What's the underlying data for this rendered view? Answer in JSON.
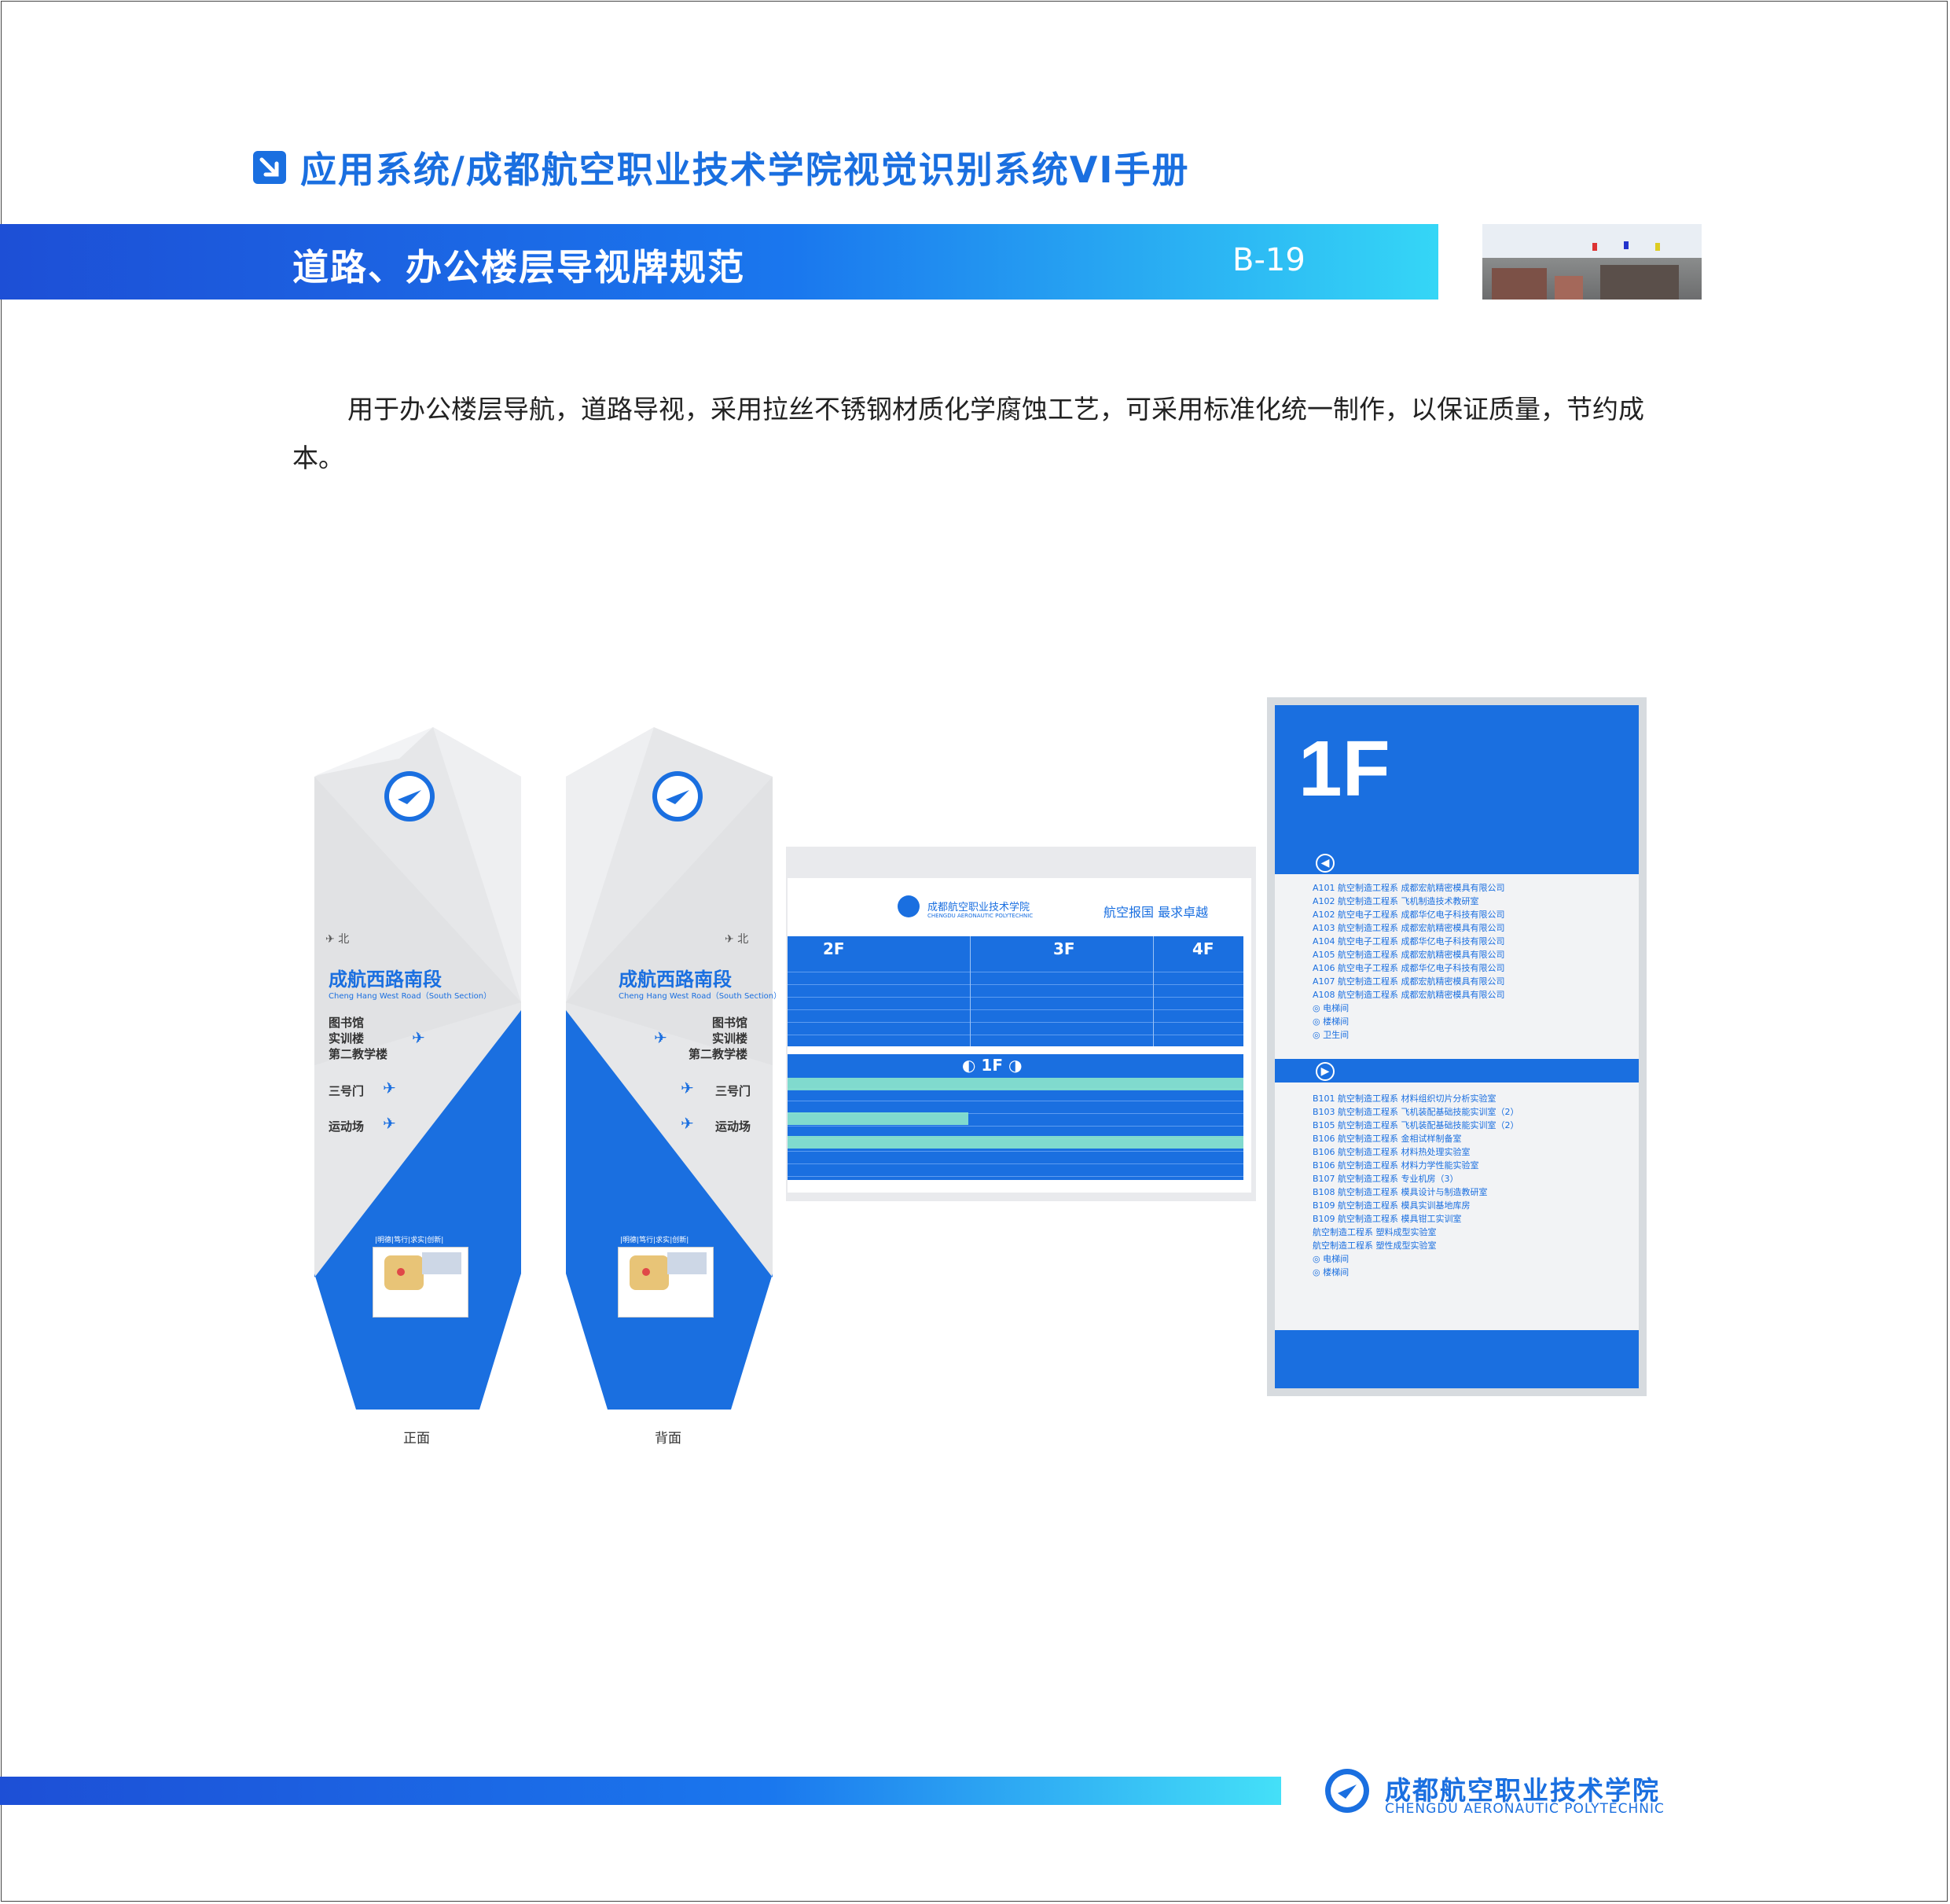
{
  "header": {
    "title": "应用系统/成都航空职业技术学院视觉识别系统VI手册"
  },
  "band": {
    "title": "道路、办公楼层导视牌规范",
    "code": "B-19"
  },
  "intro": "用于办公楼层导航，道路导视，采用拉丝不锈钢材质化学腐蚀工艺，可采用标准化统一制作，以保证质量，节约成本。",
  "road_sign": {
    "north": "北",
    "road_name": "成航西路南段",
    "road_name_en": "Cheng Hang West Road（South Section）",
    "destinations": [
      "图书馆",
      "实训楼",
      "第二教学楼",
      "三号门",
      "运动场"
    ],
    "motto": [
      "明德",
      "笃行",
      "求实",
      "创新"
    ],
    "captions": {
      "front": "正面",
      "back": "背面"
    }
  },
  "board": {
    "slogan": "航空报国  最求卓越",
    "floors": [
      "2F",
      "3F",
      "4F"
    ],
    "current": "1F"
  },
  "floor_sign": {
    "floor": "1F",
    "section_a": [
      "A101 航空制造工程系 成都宏航精密模具有限公司",
      "A102 航空制造工程系 飞机制造技术教研室",
      "A102 航空电子工程系 成都华亿电子科技有限公司",
      "A103 航空制造工程系 成都宏航精密模具有限公司",
      "A104 航空电子工程系 成都华亿电子科技有限公司",
      "A105 航空制造工程系 成都宏航精密模具有限公司",
      "A106 航空电子工程系 成都华亿电子科技有限公司",
      "A107 航空制造工程系 成都宏航精密模具有限公司",
      "A108 航空制造工程系 成都宏航精密模具有限公司"
    ],
    "section_a_amenities": [
      "电梯间",
      "楼梯间",
      "卫生间"
    ],
    "section_b": [
      "B101 航空制造工程系 材料组织切片分析实验室",
      "B103 航空制造工程系 飞机装配基础技能实训室（2）",
      "B105 航空制造工程系 飞机装配基础技能实训室（2）",
      "B106 航空制造工程系 金相试样制备室",
      "B106 航空制造工程系 材料热处理实验室",
      "B106 航空制造工程系 材料力学性能实验室",
      "B107 航空制造工程系 专业机房（3）",
      "B108 航空制造工程系 模具设计与制造教研室",
      "B109 航空制造工程系 模具实训基地库房",
      "B109 航空制造工程系 模具钳工实训室",
      "航空制造工程系 塑料成型实验室",
      "航空制造工程系 塑性成型实验室"
    ],
    "section_b_amenities": [
      "电梯间",
      "楼梯间"
    ]
  },
  "footer": {
    "cn": "成都航空职业技术学院",
    "en": "CHENGDU AERONAUTIC POLYTECHNIC"
  },
  "colors": {
    "brand_blue": "#1a6fe0",
    "panel_grey": "#e4e5e8"
  }
}
